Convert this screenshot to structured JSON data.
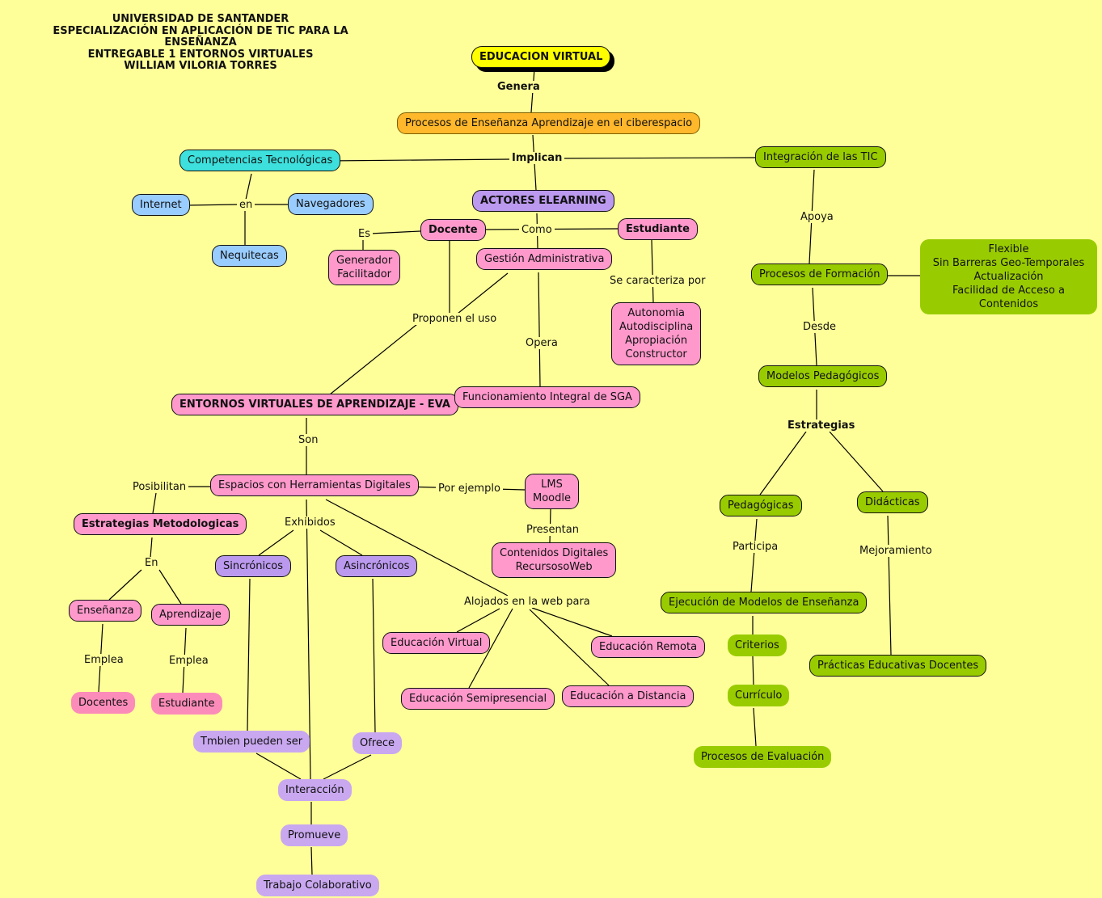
{
  "header": {
    "title": "UNIVERSIDAD DE SANTANDER\nESPECIALIZACIÓN EN APLICACIÓN DE TIC PARA LA ENSEÑANZA\nENTREGABLE 1 ENTORNOS VIRTUALES\nWILLIAM VILORIA TORRES"
  },
  "nodes": {
    "educacion_virtual": {
      "label": "EDUCACION VIRTUAL"
    },
    "procesos_ciberespacio": {
      "label": "Procesos de Enseñanza Aprendizaje en el ciberespacio"
    },
    "competencias_tecnologicas": {
      "label": "Competencias Tecnológicas"
    },
    "integracion_tic": {
      "label": "Integración de las TIC"
    },
    "internet": {
      "label": "Internet"
    },
    "navegadores": {
      "label": "Navegadores"
    },
    "nequitecas": {
      "label": "Nequitecas"
    },
    "actores_elearning": {
      "label": "ACTORES ELEARNING"
    },
    "docente": {
      "label": "Docente"
    },
    "estudiante": {
      "label": "Estudiante"
    },
    "generador_facilitador": {
      "label": "Generador\nFacilitador"
    },
    "gestion_administrativa": {
      "label": "Gestión Administrativa"
    },
    "autonomia": {
      "label": "Autonomia\nAutodisciplina\nApropiación\nConstructor"
    },
    "procesos_formacion": {
      "label": "Procesos de Formación"
    },
    "beneficios": {
      "label": "Flexible\nSin Barreras Geo-Temporales\nActualización\nFacilidad de Acceso a Contenidos"
    },
    "modelos_pedagogicos": {
      "label": "Modelos Pedagógicos"
    },
    "eva": {
      "label": "ENTORNOS VIRTUALES DE APRENDIZAJE - EVA"
    },
    "funcionamiento_sga": {
      "label": "Funcionamiento Integral de SGA"
    },
    "espacios_digitales": {
      "label": "Espacios con Herramientas Digitales"
    },
    "lms_moodle": {
      "label": "LMS\nMoodle"
    },
    "estrategias_metodologicas": {
      "label": "Estrategias Metodologicas"
    },
    "contenidos_digitales": {
      "label": "Contenidos Digitales\nRecursosoWeb"
    },
    "pedagogicas": {
      "label": "Pedagógicas"
    },
    "didacticas": {
      "label": "Didácticas"
    },
    "sincronicos": {
      "label": "Sincrónicos"
    },
    "asincronicos": {
      "label": "Asincrónicos"
    },
    "ensenanza": {
      "label": "Enseñanza"
    },
    "aprendizaje": {
      "label": "Aprendizaje"
    },
    "ejecucion_modelos": {
      "label": "Ejecución de Modelos de Enseñanza"
    },
    "educacion_virtual_tipo": {
      "label": "Educación Virtual"
    },
    "educacion_remota": {
      "label": "Educación Remota"
    },
    "criterios": {
      "label": "Criterios"
    },
    "practicas_docentes": {
      "label": "Prácticas Educativas Docentes"
    },
    "educacion_semipresencial": {
      "label": "Educación Semipresencial"
    },
    "educacion_distancia": {
      "label": "Educación a Distancia"
    },
    "curriculo": {
      "label": "Currículo"
    },
    "docentes": {
      "label": "Docentes"
    },
    "estudiante_emplea": {
      "label": "Estudiante"
    },
    "tmbien_pueden_ser": {
      "label": "Tmbien pueden ser"
    },
    "ofrece": {
      "label": "Ofrece"
    },
    "procesos_evaluacion": {
      "label": "Procesos de Evaluación"
    },
    "interaccion": {
      "label": "Interacción"
    },
    "promueve": {
      "label": "Promueve"
    },
    "trabajo_colaborativo": {
      "label": "Trabajo Colaborativo"
    }
  },
  "link_labels": {
    "genera": "Genera",
    "implican": "Implican",
    "en_competencias": "en",
    "es": "Es",
    "como": "Como",
    "se_caracteriza_por": "Se caracteriza por",
    "apoya": "Apoya",
    "proponen_el_uso": "Proponen el uso",
    "opera": "Opera",
    "desde": "Desde",
    "son": "Son",
    "estrategias": "Estrategias",
    "posibilitan": "Posibilitan",
    "por_ejemplo": "Por ejemplo",
    "exhibidos": "Exhibidos",
    "presentan": "Presentan",
    "en_estrategias": "En",
    "participa": "Participa",
    "mejoramiento": "Mejoramiento",
    "alojados": "Alojados en la web para",
    "emplea_1": "Emplea",
    "emplea_2": "Emplea"
  },
  "colors": {
    "background": "#FFFF99",
    "node_yellow": "#FFFF00",
    "node_orange": "#FFB72B",
    "node_cyan": "#3DE0DC",
    "node_blue": "#99CCFF",
    "node_pink": "#FF99CC",
    "node_pink_plain": "#FB8CBA",
    "node_purple": "#BB99EE",
    "node_purple_plain": "#C9A8F0",
    "node_green": "#99CC00",
    "line": "#000000"
  }
}
